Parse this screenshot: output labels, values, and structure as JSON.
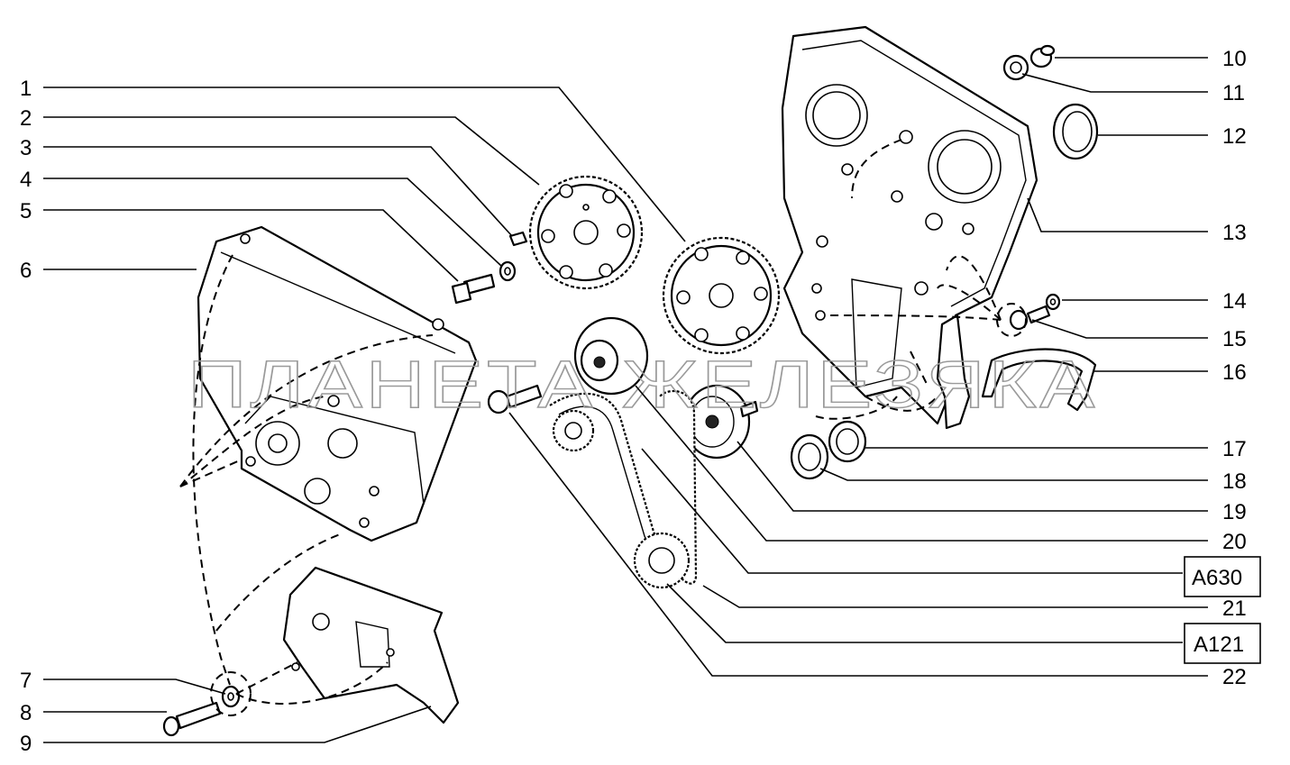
{
  "callouts": {
    "left": [
      "1",
      "2",
      "3",
      "4",
      "5",
      "6"
    ],
    "left_bottom": [
      "7",
      "8",
      "9"
    ],
    "right": [
      "10",
      "11",
      "12",
      "13",
      "14",
      "15",
      "16",
      "17",
      "18",
      "19",
      "20",
      "21",
      "22"
    ]
  },
  "ref_boxes": [
    "A630",
    "A121"
  ],
  "watermark": "ПЛАНЕТА ЖЕЛЕЗЯКА"
}
